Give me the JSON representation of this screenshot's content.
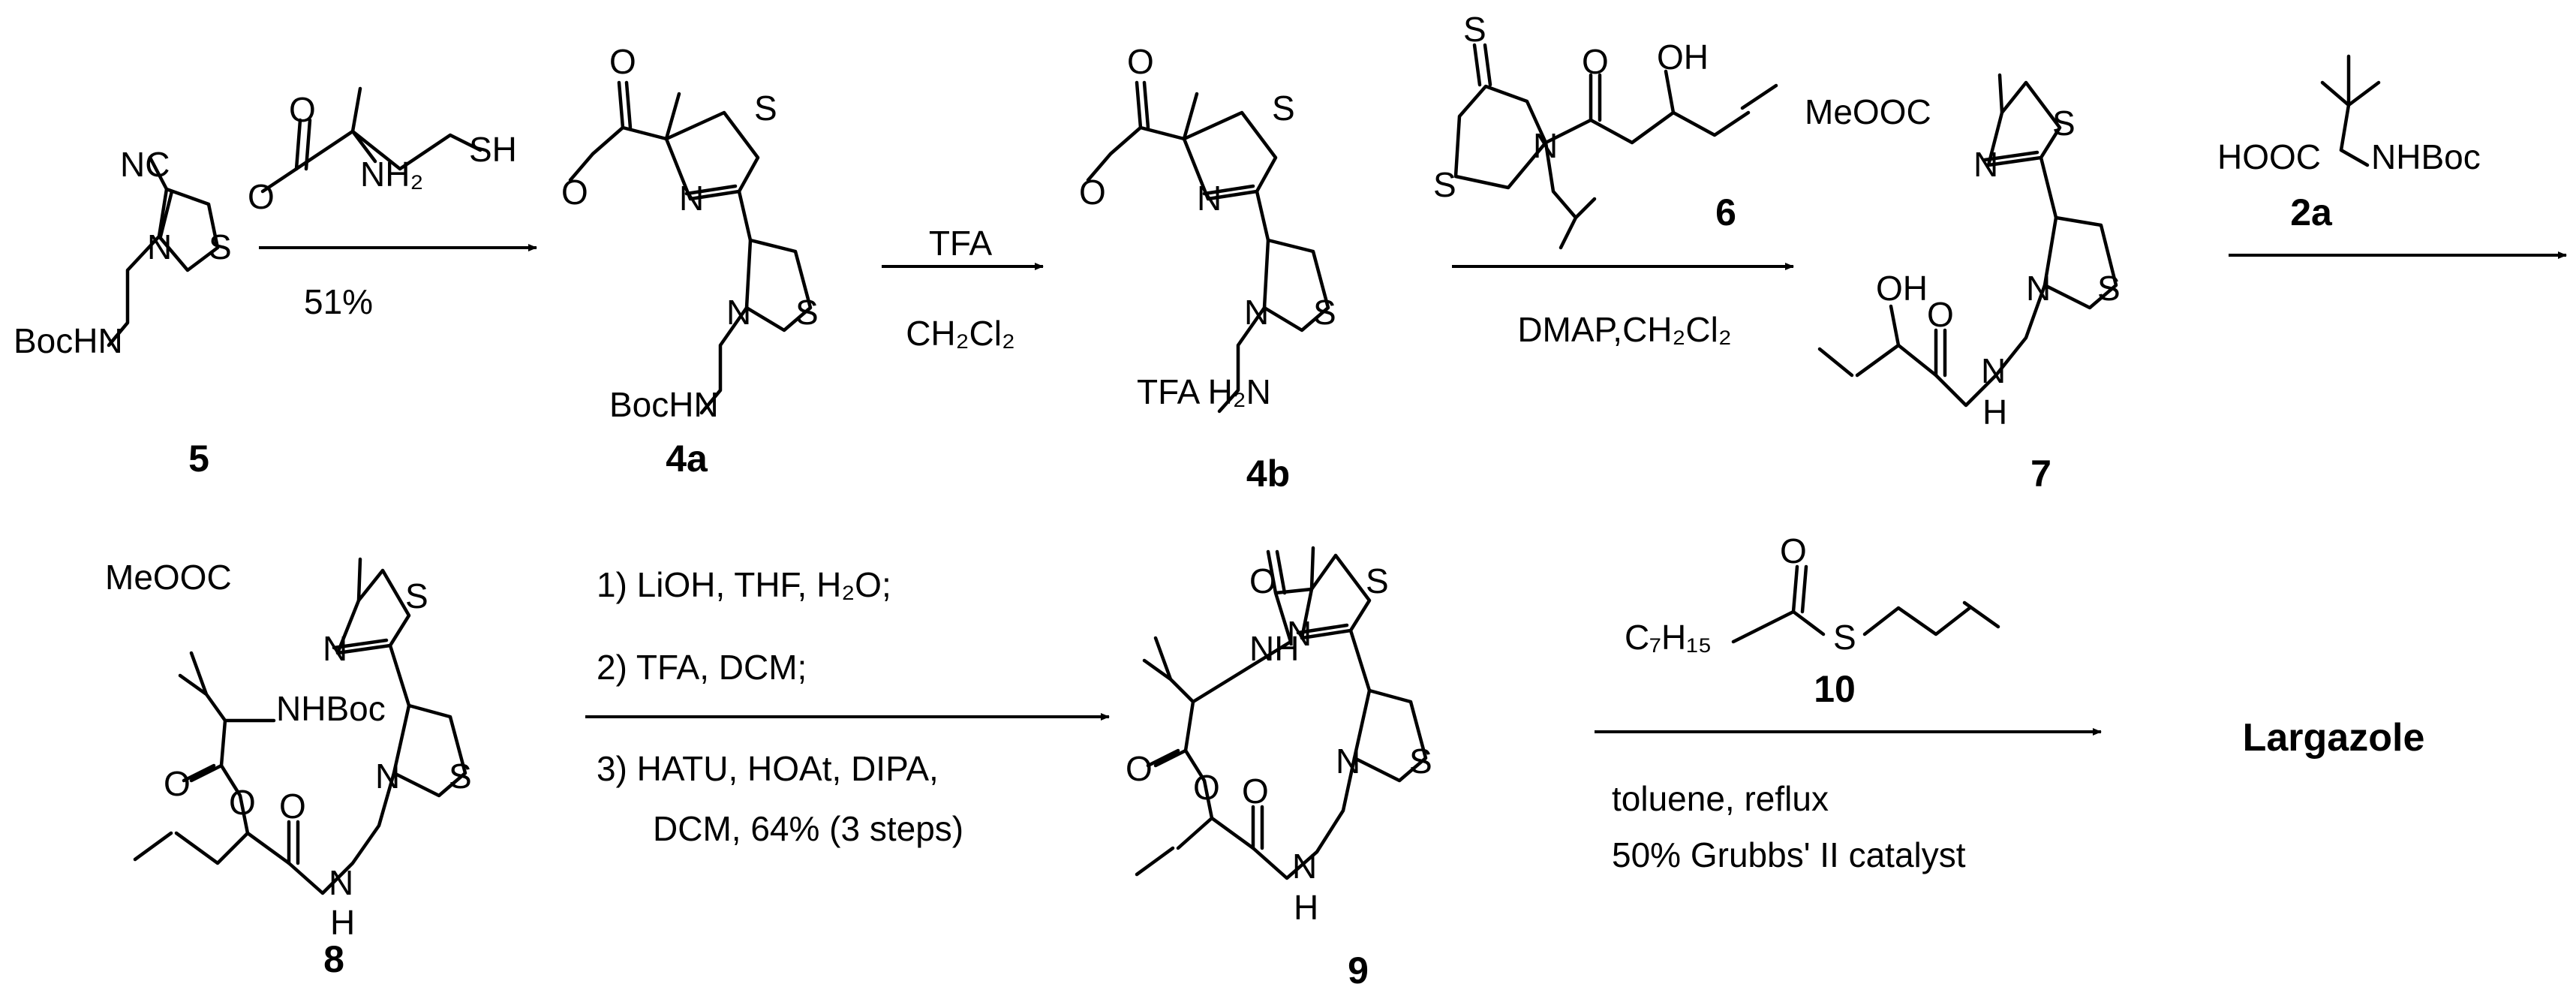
{
  "atoms": {
    "N": "N",
    "S": "S",
    "O": "O",
    "H": "H",
    "OH": "OH",
    "NC": "NC",
    "SH": "SH",
    "NH2": "NH₂",
    "BocHN": "BocHN",
    "TFAH2N": "TFA H₂N",
    "MeOOC": "MeOOC",
    "HOOC": "HOOC",
    "NHBoc": "NHBoc",
    "NH": "NH",
    "C7H15": "C₇H₁₅"
  },
  "compounds": {
    "c5": "5",
    "c4a": "4a",
    "c4b": "4b",
    "c6": "6",
    "c7": "7",
    "c2a": "2a",
    "c8": "8",
    "c9": "9",
    "c10": "10",
    "largazole": "Largazole"
  },
  "steps": {
    "s1_yield": "51%",
    "s2_reagent": "TFA",
    "s2_solvent": "CH₂Cl₂",
    "s3_conditions": "DMAP,CH₂Cl₂",
    "s5_line1": "1) LiOH, THF, H₂O;",
    "s5_line2": "2) TFA, DCM;",
    "s5_line3": "3) HATU, HOAt, DIPA,",
    "s5_line4": "DCM, 64% (3 steps)",
    "s6_line1": "toluene, reflux",
    "s6_line2": "50% Grubbs' II catalyst"
  }
}
